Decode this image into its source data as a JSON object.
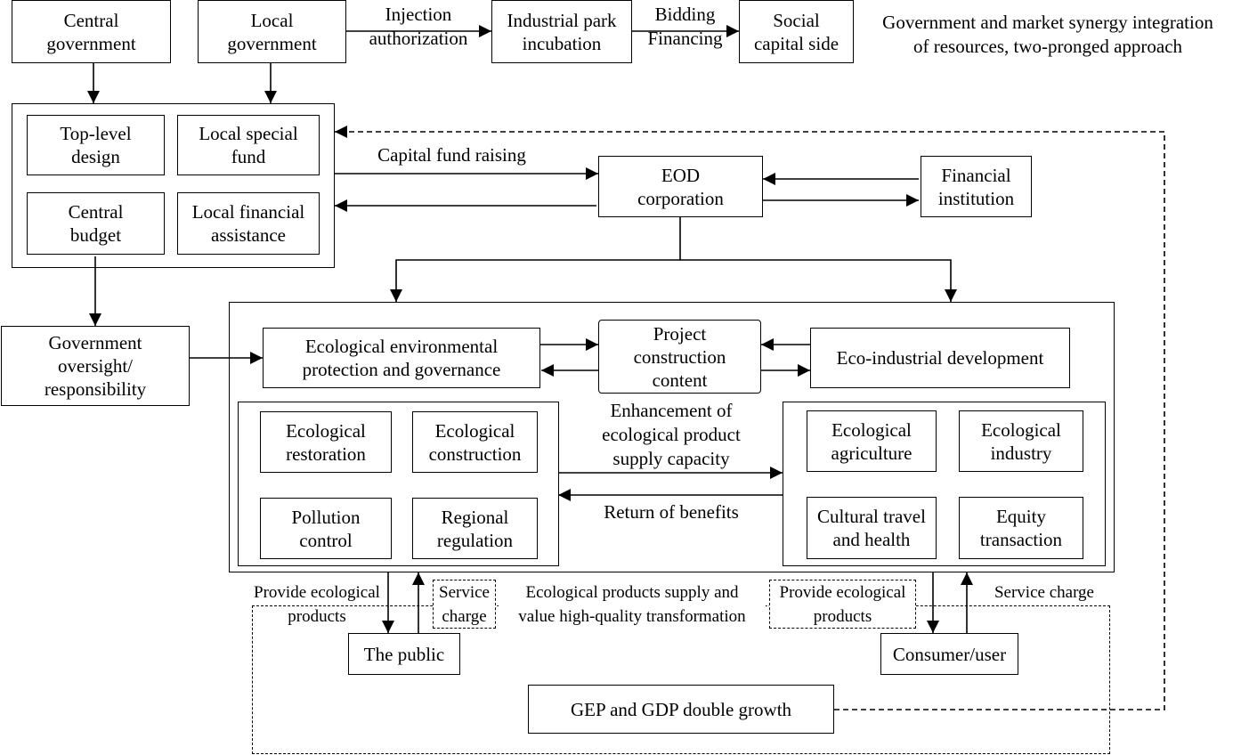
{
  "nodes": {
    "central_government": "Central\ngovernment",
    "local_government": "Local\ngovernment",
    "industrial_park": "Industrial park\nincubation",
    "social_capital": "Social\ncapital side",
    "top_level_design": "Top-level\ndesign",
    "local_special_fund": "Local special\nfund",
    "central_budget": "Central\nbudget",
    "local_financial_assistance": "Local financial\nassistance",
    "eod_corporation": "EOD\ncorporation",
    "financial_institution": "Financial\ninstitution",
    "government_oversight": "Government\noversight/\nresponsibility",
    "eco_env_protection": "Ecological environmental\nprotection and governance",
    "project_construction": "Project\nconstruction\ncontent",
    "eco_industrial_dev": "Eco-industrial development",
    "ecological_restoration": "Ecological\nrestoration",
    "ecological_construction": "Ecological\nconstruction",
    "pollution_control": "Pollution\ncontrol",
    "regional_regulation": "Regional\nregulation",
    "ecological_agriculture": "Ecological\nagriculture",
    "ecological_industry": "Ecological\nindustry",
    "cultural_travel": "Cultural travel\nand health",
    "equity_transaction": "Equity\ntransaction",
    "the_public": "The public",
    "consumer_user": "Consumer/user",
    "gep_gdp": "GEP and GDP double growth",
    "service_charge_box": "Service\ncharge",
    "provide_products_box": "Provide ecological\nproducts"
  },
  "labels": {
    "injection_authorization": "Injection\nauthorization",
    "bidding_financing": "Bidding\nFinancing",
    "synergy": "Government and market synergy integration\nof resources, two-pronged approach",
    "capital_fund_raising": "Capital fund raising",
    "enhancement": "Enhancement of\necological product\nsupply capacity",
    "return_of_benefits": "Return of benefits",
    "provide_products_left": "Provide ecological\nproducts",
    "eco_supply_transform": "Ecological products supply and\nvalue high-quality transformation",
    "service_charge_right": "Service charge"
  }
}
